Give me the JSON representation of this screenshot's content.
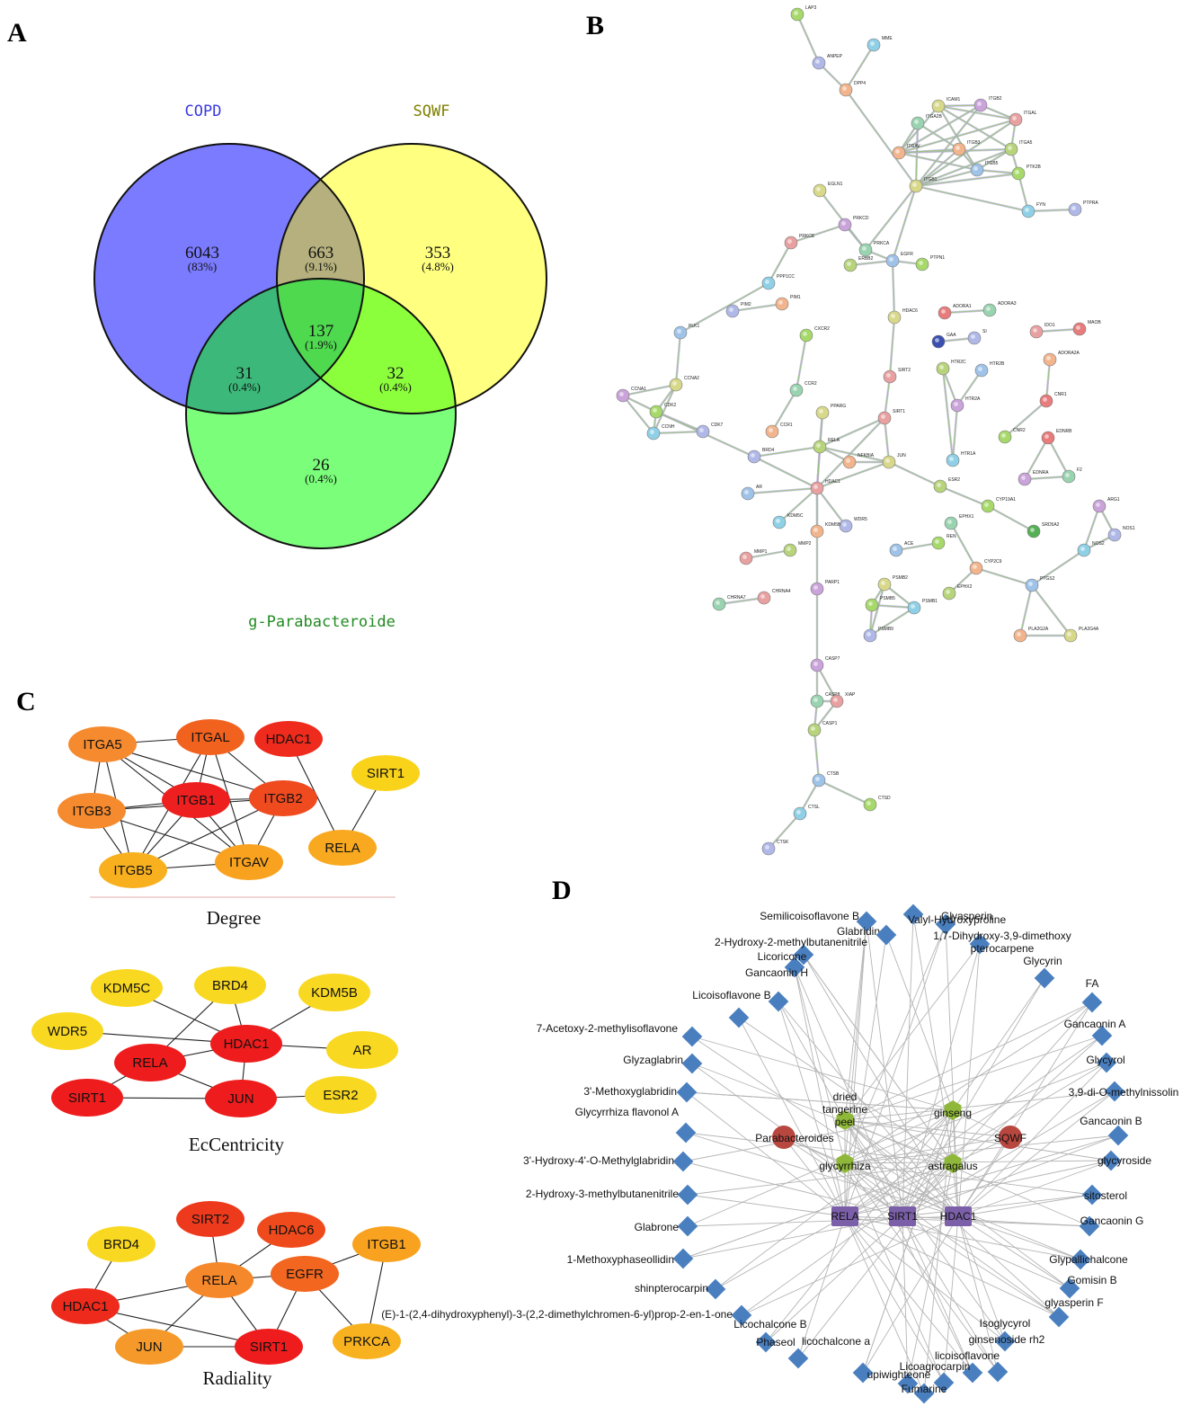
{
  "panels": {
    "a": "A",
    "b": "B",
    "c": "C",
    "d": "D"
  },
  "venn": {
    "set_colors": {
      "copd": "#6b6bff",
      "sqwf": "#ffff80",
      "para": "#66ff66"
    },
    "sets": [
      {
        "id": "copd",
        "label": "COPD",
        "label_color": "#3b3bdd"
      },
      {
        "id": "sqwf",
        "label": "SQWF",
        "label_color": "#808000"
      },
      {
        "id": "para",
        "label": "g-Parabacteroide",
        "label_color": "#228b22"
      }
    ],
    "regions": [
      {
        "id": "copd_only",
        "count": "6043",
        "pct": "(83%)"
      },
      {
        "id": "copd_sqwf",
        "count": "663",
        "pct": "(9.1%)"
      },
      {
        "id": "sqwf_only",
        "count": "353",
        "pct": "(4.8%)"
      },
      {
        "id": "all",
        "count": "137",
        "pct": "(1.9%)"
      },
      {
        "id": "copd_para",
        "count": "31",
        "pct": "(0.4%)"
      },
      {
        "id": "sqwf_para",
        "count": "32",
        "pct": "(0.4%)"
      },
      {
        "id": "para_only",
        "count": "26",
        "pct": "(0.4%)"
      }
    ]
  },
  "ppi": {
    "nodes": [
      {
        "label": "LAP3"
      },
      {
        "label": "MME"
      },
      {
        "label": "ANPEP"
      },
      {
        "label": "DPP4"
      },
      {
        "label": "ICAM1"
      },
      {
        "label": "ITGB2"
      },
      {
        "label": "ITGA2B"
      },
      {
        "label": "ITGAL"
      },
      {
        "label": "ITGA5"
      },
      {
        "label": "ITGB5"
      },
      {
        "label": "PTK2B"
      },
      {
        "label": "FYN"
      },
      {
        "label": "PTPRA"
      },
      {
        "label": "ITGB3"
      },
      {
        "label": "EGLN1"
      },
      {
        "label": "PRKCD"
      },
      {
        "label": "PRKCA"
      },
      {
        "label": "PRKCE"
      },
      {
        "label": "ERBB2"
      },
      {
        "label": "EGFR"
      },
      {
        "label": "PTPN1"
      },
      {
        "label": "PPP1CC"
      },
      {
        "label": "PIM2"
      },
      {
        "label": "PIM1"
      },
      {
        "label": "HDAC6"
      },
      {
        "label": "ADORA1"
      },
      {
        "label": "ADORA3"
      },
      {
        "label": "IDO1"
      },
      {
        "label": "MAOB"
      },
      {
        "label": "PLK1"
      },
      {
        "label": "CXCR2"
      },
      {
        "label": "GAA"
      },
      {
        "label": "SI"
      },
      {
        "label": "ADORA2A"
      },
      {
        "label": "CCNA2"
      },
      {
        "label": "CCNA1"
      },
      {
        "label": "CCR2"
      },
      {
        "label": "SIRT2"
      },
      {
        "label": "HTR2C"
      },
      {
        "label": "HTR2B"
      },
      {
        "label": "CDK2"
      },
      {
        "label": "CCNH"
      },
      {
        "label": "CDK7"
      },
      {
        "label": "CCR1"
      },
      {
        "label": "PPARG"
      },
      {
        "label": "HTR2A"
      },
      {
        "label": "CNR1"
      },
      {
        "label": "SIRT1"
      },
      {
        "label": "RELA"
      },
      {
        "label": "EDNRB"
      },
      {
        "label": "CNR2"
      },
      {
        "label": "HTR1A"
      },
      {
        "label": "BRD4"
      },
      {
        "label": "NFKBIA"
      },
      {
        "label": "JUN"
      },
      {
        "label": "EDNRA"
      },
      {
        "label": "F2"
      },
      {
        "label": "HDAC1"
      },
      {
        "label": "ESR2"
      },
      {
        "label": "AR"
      },
      {
        "label": "CYP19A1"
      },
      {
        "label": "KDM5C"
      },
      {
        "label": "WDR5"
      },
      {
        "label": "KDM5B"
      },
      {
        "label": "SRD5A2"
      },
      {
        "label": "ARG1"
      },
      {
        "label": "EPHX1"
      },
      {
        "label": "MMP1"
      },
      {
        "label": "MMP2"
      },
      {
        "label": "ACE"
      },
      {
        "label": "REN"
      },
      {
        "label": "NOS2"
      },
      {
        "label": "NOS1"
      },
      {
        "label": "CYP2C9"
      },
      {
        "label": "PSMB2"
      },
      {
        "label": "PARP1"
      },
      {
        "label": "CHRNA7"
      },
      {
        "label": "CHRNA4"
      },
      {
        "label": "EPHX2"
      },
      {
        "label": "PTGS2"
      },
      {
        "label": "PSMB5"
      },
      {
        "label": "PSMB1"
      },
      {
        "label": "PSMB9"
      },
      {
        "label": "PLA2G2A"
      },
      {
        "label": "PLA2G4A"
      },
      {
        "label": "CASP7"
      },
      {
        "label": "CASP8"
      },
      {
        "label": "XIAP"
      },
      {
        "label": "CASP1"
      },
      {
        "label": "CTSB"
      },
      {
        "label": "CTSD"
      },
      {
        "label": "CTSL"
      },
      {
        "label": "CTSK"
      },
      {
        "label": "ITGAV"
      },
      {
        "label": "ITGB1"
      }
    ]
  },
  "hubs": {
    "graphs": [
      {
        "caption": "Degree",
        "nodes": [
          {
            "id": "ITGA5",
            "label": "ITGA5",
            "color": "#f58a2e"
          },
          {
            "id": "ITGAL",
            "label": "ITGAL",
            "color": "#f2621f"
          },
          {
            "id": "HDAC1",
            "label": "HDAC1",
            "color": "#ee2b1c"
          },
          {
            "id": "SIRT1",
            "label": "SIRT1",
            "color": "#f9d21a"
          },
          {
            "id": "ITGB3",
            "label": "ITGB3",
            "color": "#f58a2e"
          },
          {
            "id": "ITGB1",
            "label": "ITGB1",
            "color": "#ee1f1f"
          },
          {
            "id": "ITGB2",
            "label": "ITGB2",
            "color": "#f04a1f"
          },
          {
            "id": "RELA",
            "label": "RELA",
            "color": "#f8a91f"
          },
          {
            "id": "ITGB5",
            "label": "ITGB5",
            "color": "#f8b01f"
          },
          {
            "id": "ITGAV",
            "label": "ITGAV",
            "color": "#f8a21f"
          }
        ]
      },
      {
        "caption": "EcCentricity",
        "nodes": [
          {
            "id": "KDM5C",
            "label": "KDM5C",
            "color": "#f9d821"
          },
          {
            "id": "BRD4",
            "label": "BRD4",
            "color": "#f9d821"
          },
          {
            "id": "KDM5B",
            "label": "KDM5B",
            "color": "#f9d821"
          },
          {
            "id": "WDR5",
            "label": "WDR5",
            "color": "#f9d821"
          },
          {
            "id": "HDAC1",
            "label": "HDAC1",
            "color": "#ee1c1c"
          },
          {
            "id": "AR",
            "label": "AR",
            "color": "#f9d821"
          },
          {
            "id": "RELA",
            "label": "RELA",
            "color": "#ee1c1c"
          },
          {
            "id": "SIRT1",
            "label": "SIRT1",
            "color": "#ee1c1c"
          },
          {
            "id": "JUN",
            "label": "JUN",
            "color": "#ee1c1c"
          },
          {
            "id": "ESR2",
            "label": "ESR2",
            "color": "#f9d821"
          }
        ]
      },
      {
        "caption": "Radiality",
        "nodes": [
          {
            "id": "SIRT2",
            "label": "SIRT2",
            "color": "#ee3a1c"
          },
          {
            "id": "HDAC6",
            "label": "HDAC6",
            "color": "#ef4a1c"
          },
          {
            "id": "BRD4",
            "label": "BRD4",
            "color": "#f9d821"
          },
          {
            "id": "ITGB1",
            "label": "ITGB1",
            "color": "#f8a21f"
          },
          {
            "id": "RELA",
            "label": "RELA",
            "color": "#f5882a"
          },
          {
            "id": "EGFR",
            "label": "EGFR",
            "color": "#f2661f"
          },
          {
            "id": "HDAC1",
            "label": "HDAC1",
            "color": "#ee2a1c"
          },
          {
            "id": "JUN",
            "label": "JUN",
            "color": "#f59a2a"
          },
          {
            "id": "SIRT1",
            "label": "SIRT1",
            "color": "#ee1c1c"
          },
          {
            "id": "PRKCA",
            "label": "PRKCA",
            "color": "#f8b21f"
          }
        ]
      }
    ]
  },
  "network": {
    "colors": {
      "compound": "#4a7fbf",
      "herb": "#8fb83a",
      "source": "#b8473f",
      "target": "#7b5fa8",
      "edge": "#b5b5b5"
    },
    "sources": [
      {
        "label": "Parabacteroides"
      },
      {
        "label": "SQWF"
      }
    ],
    "herbs": [
      {
        "label": "dried tangerine peel"
      },
      {
        "label": "ginseng"
      },
      {
        "label": "glycyrrhiza"
      },
      {
        "label": "astragalus"
      }
    ],
    "targets": [
      {
        "label": "RELA"
      },
      {
        "label": "SIRT1"
      },
      {
        "label": "HDAC1"
      }
    ],
    "compounds": [
      {
        "label": "Semilicoisoflavone B"
      },
      {
        "label": "Glabridin"
      },
      {
        "label": "Valyl-Hydroxyproline"
      },
      {
        "label": "Glyasperin"
      },
      {
        "label": "1,7-Dihydroxy-3,9-dimethoxy pterocarpene"
      },
      {
        "label": "2-Hydroxy-2-methylbutanenitrile"
      },
      {
        "label": "Licoricone"
      },
      {
        "label": "Glycyrin"
      },
      {
        "label": "Gancaonin H"
      },
      {
        "label": "Licoisoflavone B"
      },
      {
        "label": "FA"
      },
      {
        "label": "7-Acetoxy-2-methylisoflavone"
      },
      {
        "label": "Gancaonin A"
      },
      {
        "label": "Glyzaglabrin"
      },
      {
        "label": "Glycyrol"
      },
      {
        "label": "3'-Methoxyglabridin"
      },
      {
        "label": "3,9-di-O-methylnissolin"
      },
      {
        "label": "Glycyrrhiza flavonol A"
      },
      {
        "label": "Gancaonin B"
      },
      {
        "label": "3'-Hydroxy-4'-O-Methylglabridin"
      },
      {
        "label": "glycyroside"
      },
      {
        "label": "2-Hydroxy-3-methylbutanenitrile"
      },
      {
        "label": "sitosterol"
      },
      {
        "label": "Glabrone"
      },
      {
        "label": "Gancaonin G"
      },
      {
        "label": "1-Methoxyphaseollidin"
      },
      {
        "label": "Glypallichalcone"
      },
      {
        "label": "shinpterocarpin"
      },
      {
        "label": "Gomisin B"
      },
      {
        "label": "(E)-1-(2,4-dihydroxyphenyl)-3-(2,2-dimethylchromen-6-yl)prop-2-en-1-one"
      },
      {
        "label": "glyasperin F"
      },
      {
        "label": "Licochalcone B"
      },
      {
        "label": "Isoglycyrol"
      },
      {
        "label": "Phaseol"
      },
      {
        "label": "ginsenoside rh2"
      },
      {
        "label": "licochalcone a"
      },
      {
        "label": "licoisoflavone"
      },
      {
        "label": "upiwighteone"
      },
      {
        "label": "Licoagrocarpin"
      },
      {
        "label": "Fumarine"
      }
    ]
  }
}
